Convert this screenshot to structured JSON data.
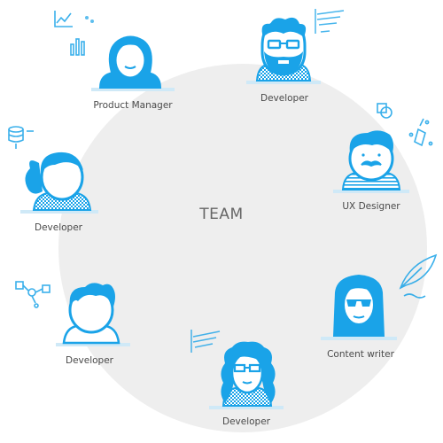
{
  "team": {
    "title": "TEAM",
    "members": [
      {
        "role": "Product Manager"
      },
      {
        "role": "Developer"
      },
      {
        "role": "UX Designer"
      },
      {
        "role": "Content writer"
      },
      {
        "role": "Developer"
      },
      {
        "role": "Developer"
      },
      {
        "role": "Developer"
      }
    ]
  },
  "colors": {
    "accent": "#1aa3e8",
    "circle": "#eeeeee",
    "text": "#4a4a4a",
    "platform": "#cfe9f7",
    "face": "#ffffff"
  },
  "icons": [
    "line-chart-icon",
    "bar-chart-icon",
    "code-notes-icon",
    "shapes-icon",
    "pen-tool-icon",
    "quill-icon",
    "database-icon",
    "node-graph-icon"
  ]
}
